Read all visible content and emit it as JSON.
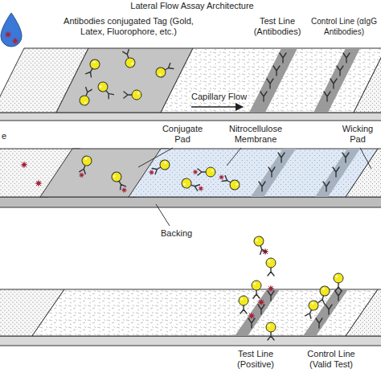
{
  "diagram": {
    "title": "Lateral Flow Assay Architecture",
    "labels": [
      "Antibodies conjugated Tag (Gold, Latex, Fluorophore, etc.)",
      "Test Line (Antibodies)",
      "Control Line (αIgG Antibodies)",
      "Capillary Flow",
      "e",
      "Conjugate Pad",
      "Nitrocellulose Membrane",
      "Wicking Pad",
      "Backing",
      "Test Line (Positive)",
      "Control Line (Valid Test)"
    ]
  }
}
